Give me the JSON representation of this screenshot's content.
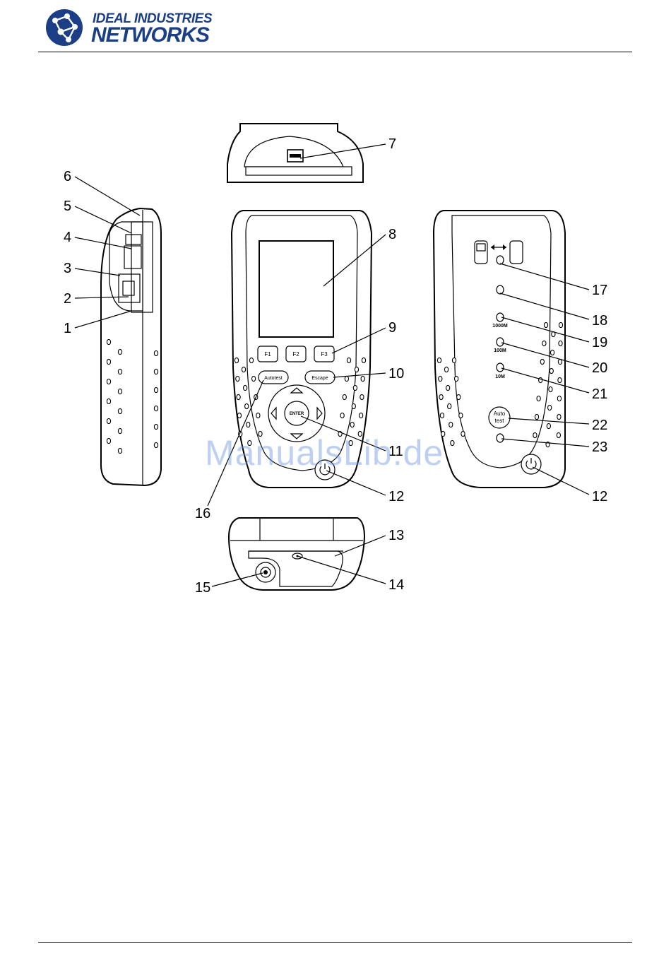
{
  "header": {
    "brand_line1": "IDEAL INDUSTRIES",
    "brand_line2": "NETWORKS"
  },
  "device": {
    "function_keys": [
      "F1",
      "F2",
      "F3"
    ],
    "autotest_label": "Autotest",
    "escape_label": "Escape",
    "enter_label": "ENTER",
    "rear_autotest_label": [
      "Auto",
      "test"
    ],
    "led_labels": [
      "1000M",
      "100M",
      "10M"
    ]
  },
  "callouts": [
    "1",
    "2",
    "3",
    "4",
    "5",
    "6",
    "7",
    "8",
    "9",
    "10",
    "11",
    "12",
    "12",
    "13",
    "14",
    "15",
    "16",
    "17",
    "18",
    "19",
    "20",
    "21",
    "22",
    "23"
  ],
  "watermark": "ManualsLib.de"
}
